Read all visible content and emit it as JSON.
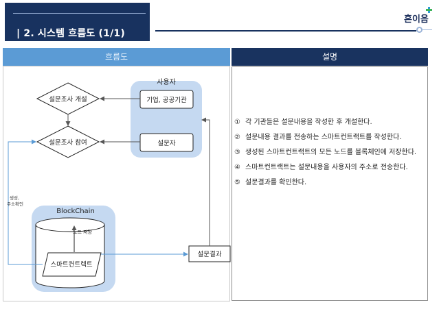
{
  "header": {
    "title": "| 2. 시스템 흐름도 (1/1)",
    "logo_text": "혼이음"
  },
  "panels": {
    "left_title": "흐름도",
    "right_title": "설명"
  },
  "diagram": {
    "user_group_label": "사용자",
    "node_enterprise": "기업, 공공기관",
    "node_respondent": "설문자",
    "node_open_survey": "설문조사 개설",
    "node_join_survey": "설문조사 참여",
    "blockchain_label": "BlockChain",
    "node_store_label": "노드 저장",
    "smart_contract": "스마트컨트렉트",
    "survey_result": "설문결과",
    "side_label_line1": "생성,",
    "side_label_line2": "주소확인"
  },
  "description": {
    "items": [
      {
        "num": "①",
        "text": "각 기관들은 설문내용을 작성한 후 개설한다."
      },
      {
        "num": "②",
        "text": "설문내용 결과를 전송하는 스마트컨트랙트를 작성한다."
      },
      {
        "num": "③",
        "text": "생성된 스마트컨트랙트의 모든 노드를 블록체인에 저장한다."
      },
      {
        "num": "④",
        "text": "스마트컨트랙트는 설문내용을 사용자의 주소로 전송한다."
      },
      {
        "num": "⑤",
        "text": "설문결과를 확인한다."
      }
    ]
  },
  "colors": {
    "navy": "#18325f",
    "light_blue": "#5b9bd5",
    "group_fill": "#c5d9f1",
    "arrow_blue": "#5b9bd5"
  }
}
